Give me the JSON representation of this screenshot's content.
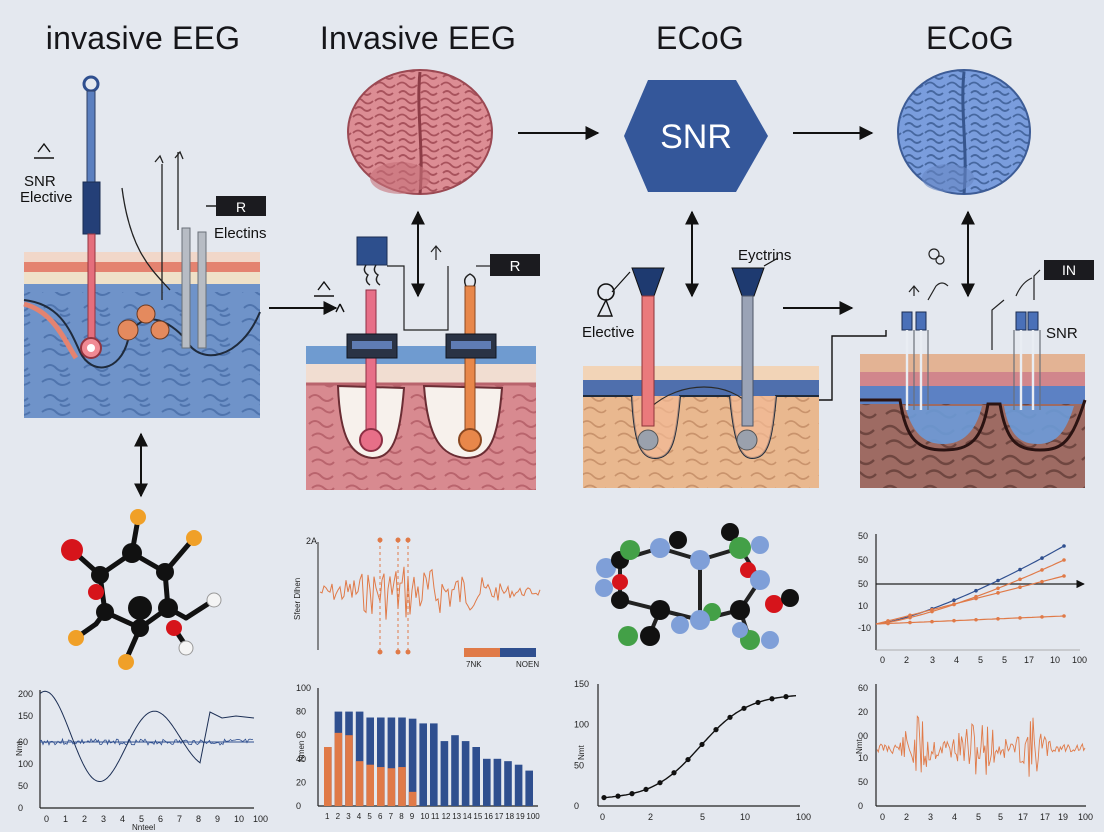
{
  "titles": [
    "invasive EEG",
    "Invasive EEG",
    "ECoG",
    "ECoG"
  ],
  "hexagon_label": "SNR",
  "panel1": {
    "snr_label": "SNR",
    "elective_label": "Elective",
    "r_box": "R",
    "electrodes_label": "Electins"
  },
  "panel2": {
    "r_box": "R"
  },
  "panel3": {
    "elective_label": "Elective",
    "electrodes_label": "Eyctrins"
  },
  "panel4": {
    "in_box": "IN",
    "snr_label": "SNR"
  },
  "colors": {
    "blue": "#2f4f8f",
    "orange": "#e07a48",
    "tissue_pink": "#d8868e",
    "tan": "#e7b48d",
    "brain_pink": "#d9878f",
    "brain_blue": "#6b8fd6",
    "hexagon": "#34579a"
  },
  "charts": {
    "signal_waveform": {
      "type": "line",
      "y_top_label": "2A",
      "ylabel": "Sfeer Dlhen",
      "legend": [
        "7NK",
        "NOEN"
      ]
    },
    "bar_chart": {
      "type": "bar",
      "ylabel": "Nmen",
      "yticks": [
        0,
        20,
        40,
        60,
        80,
        100
      ],
      "xticks": [
        "1",
        "2",
        "3",
        "4",
        "5",
        "6",
        "7",
        "8",
        "9",
        "10",
        "11",
        "12",
        "13",
        "14",
        "15",
        "16",
        "17",
        "18",
        "19",
        "100"
      ]
    },
    "oscillation_chart": {
      "type": "line",
      "ylabel": "Nmt",
      "yticks": [
        "0",
        "50",
        "100",
        "60",
        "150",
        "200"
      ],
      "xticks": [
        "0",
        "1",
        "2",
        "3",
        "4",
        "5",
        "6",
        "7",
        "8",
        "9",
        "10",
        "100"
      ],
      "xlabel": "Nnteel"
    },
    "sigmoid_chart": {
      "type": "line",
      "ylabel": "Nmt",
      "yticks": [
        0,
        50,
        100,
        150
      ],
      "xticks": [
        "0",
        "2",
        "5",
        "10",
        "100"
      ]
    },
    "multi_line_chart": {
      "type": "line",
      "yticks": [
        "-10",
        "10",
        "50",
        "50",
        "50"
      ],
      "xticks": [
        "0",
        "2",
        "3",
        "4",
        "5",
        "5",
        "17",
        "10",
        "100"
      ]
    },
    "noise_chart": {
      "type": "line",
      "ylabel": "Nmt",
      "yticks": [
        "0",
        "50",
        "10",
        "00",
        "20",
        "60"
      ],
      "xticks": [
        "0",
        "2",
        "3",
        "4",
        "5",
        "5",
        "17",
        "17",
        "19",
        "100"
      ]
    }
  }
}
